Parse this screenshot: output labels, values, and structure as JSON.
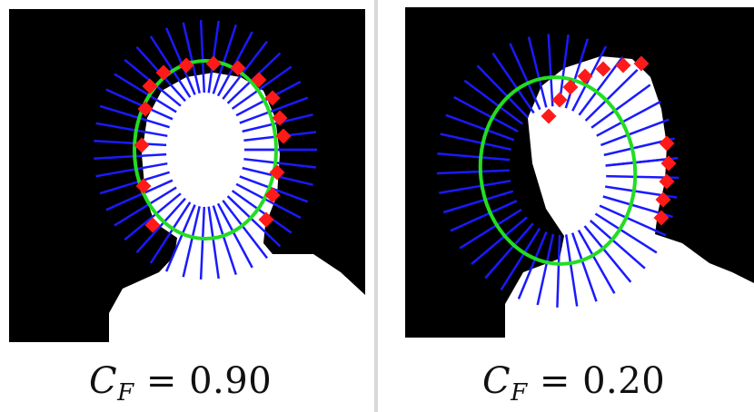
{
  "figure": {
    "colors": {
      "background": "#000000",
      "silhouette": "#ffffff",
      "normals": "#1a1aff",
      "ellipse": "#22dd22",
      "contour_points": "#ff1a1a"
    },
    "panels": [
      {
        "caption_symbol": "C",
        "caption_subscript": "F",
        "caption_equals": "=",
        "caption_value": "0.90"
      },
      {
        "caption_symbol": "C",
        "caption_subscript": "F",
        "caption_equals": "=",
        "caption_value": "0.20"
      }
    ]
  }
}
